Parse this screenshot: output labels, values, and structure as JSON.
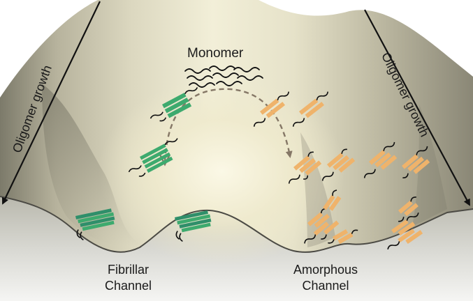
{
  "labels": {
    "monomer": "Monomer",
    "oligomer_growth_left": "Oligomer growth",
    "oligomer_growth_right": "Oligomer growth",
    "fibrillar_line1": "Fibrillar",
    "fibrillar_line2": "Channel",
    "amorphous_line1": "Amorphous",
    "amorphous_line2": "Channel"
  },
  "colors": {
    "fibrillar": "#3daa6e",
    "amorphous": "#efb36b",
    "surface_light": "#f3efd9",
    "surface_dark": "#8d8a78",
    "pathway_arrow": "#857766"
  }
}
